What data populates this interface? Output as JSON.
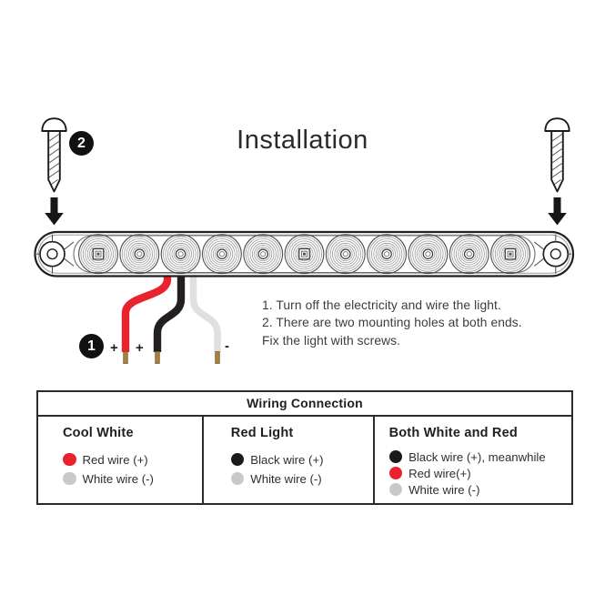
{
  "page": {
    "title": "Installation"
  },
  "badges": {
    "step1": "1",
    "step2": "2"
  },
  "wire_labels": {
    "red": "+",
    "black": "+",
    "white": "-"
  },
  "instructions": {
    "line1": "1. Turn off the electricity and wire the light.",
    "line2": "2. There are two mounting holes at both ends.",
    "line3": "Fix the light with screws."
  },
  "wiring_table": {
    "title": "Wiring Connection",
    "columns": [
      {
        "header": "Cool White",
        "items": [
          {
            "dot": "red",
            "label": "Red wire (+)"
          },
          {
            "dot": "gray",
            "label": "White wire (-)"
          }
        ]
      },
      {
        "header": "Red Light",
        "items": [
          {
            "dot": "black",
            "label": "Black wire (+)"
          },
          {
            "dot": "gray",
            "label": "White wire (-)"
          }
        ]
      },
      {
        "header": "Both White and Red",
        "items": [
          {
            "dot": "black",
            "label": "Black wire (+), meanwhile"
          },
          {
            "dot": "red",
            "label": "Red wire(+)"
          },
          {
            "dot": "gray",
            "label": "White wire (-)"
          }
        ]
      }
    ]
  },
  "icons": {
    "screw": "screw-icon",
    "down_arrow": "down-arrow-icon",
    "wire_dot": "wire-dot-icon",
    "light_bar": "light-bar-illustration"
  },
  "colors": {
    "red": "#e8232d",
    "black": "#1d1a1b",
    "gray_dot": "#c9c9c9",
    "white_wire": "#e0e0e0",
    "wire_tip": "#a8803f",
    "line_art": "#231f20"
  }
}
